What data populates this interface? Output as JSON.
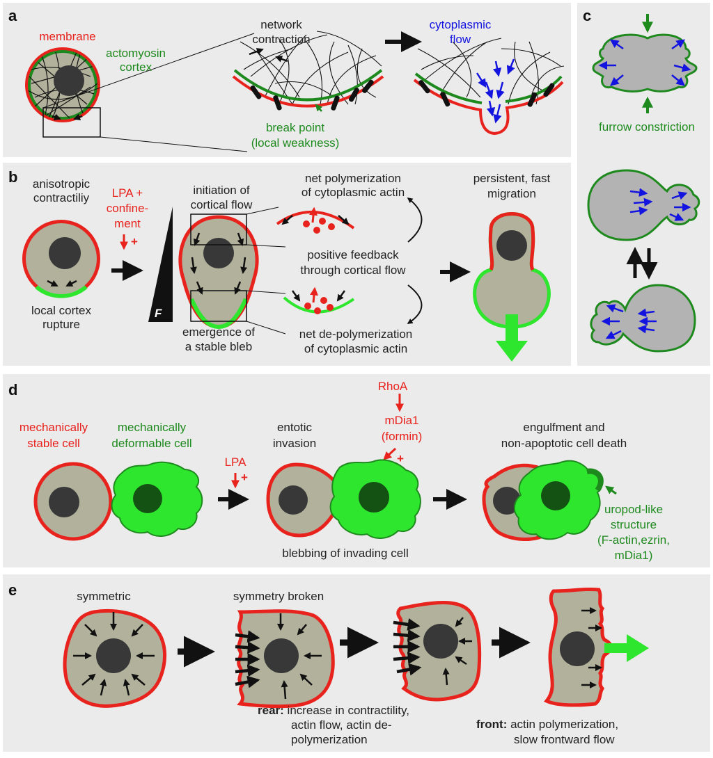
{
  "colors": {
    "panel_bg": "#ebebeb",
    "cell_fill": "#b1b19c",
    "nucleus": "#383838",
    "membrane_red": "#e8221c",
    "cortex_green": "#1e8a1e",
    "bright_green": "#2ee62e",
    "flow_blue": "#1414e0",
    "grey_cell": "#b3b3b3"
  },
  "panel_a": {
    "letter": "a",
    "membrane": "membrane",
    "cortex_line1": "actomyosin",
    "cortex_line2": "cortex",
    "network_line1": "network",
    "network_line2": "contraction",
    "flow_line1": "cytoplasmic",
    "flow_line2": "flow",
    "break_line1": "break point",
    "break_line2": "(local weakness)"
  },
  "panel_b": {
    "letter": "b",
    "aniso_line1": "anisotropic",
    "aniso_line2": "contractiliy",
    "lpa_line1": "LPA +",
    "lpa_line2": "confine-",
    "lpa_line3": "ment",
    "plus": "+",
    "rupture_line1": "local cortex",
    "rupture_line2": "rupture",
    "force": "F",
    "init_line1": "initiation of",
    "init_line2": "cortical flow",
    "bleb_line1": "emergence of",
    "bleb_line2": "a stable bleb",
    "poly_line1": "net polymerization",
    "poly_line2": "of cytoplasmic actin",
    "feedback_line1": "positive feedback",
    "feedback_line2": "through cortical flow",
    "depoly_line1": "net de-polymerization",
    "depoly_line2": "of cytoplasmic actin",
    "migration_line1": "persistent, fast",
    "migration_line2": "migration"
  },
  "panel_c": {
    "letter": "c",
    "furrow": "furrow constriction"
  },
  "panel_d": {
    "letter": "d",
    "stable_line1": "mechanically",
    "stable_line2": "stable cell",
    "deform_line1": "mechanically",
    "deform_line2": "deformable cell",
    "lpa": "LPA",
    "plus": "+",
    "entotic_line1": "entotic",
    "entotic_line2": "invasion",
    "rhoa": "RhoA",
    "mdia_line1": "mDia1",
    "mdia_line2": "(formin)",
    "engulf_line1": "engulfment and",
    "engulf_line2": "non-apoptotic cell death",
    "blebbing": "blebbing of invading cell",
    "uropod_line1": "uropod-like",
    "uropod_line2": "structure",
    "uropod_line3": "(F-actin,ezrin,",
    "uropod_line4": "mDia1)"
  },
  "panel_e": {
    "letter": "e",
    "symmetric": "symmetric",
    "broken": "symmetry broken",
    "rear_bold": "rear:",
    "rear_line1": " increase in contractility,",
    "rear_line2": "actin flow, actin de-",
    "rear_line3": "polymerization",
    "front_bold": "front:",
    "front_line1": " actin polymerization,",
    "front_line2": "slow frontward flow"
  }
}
